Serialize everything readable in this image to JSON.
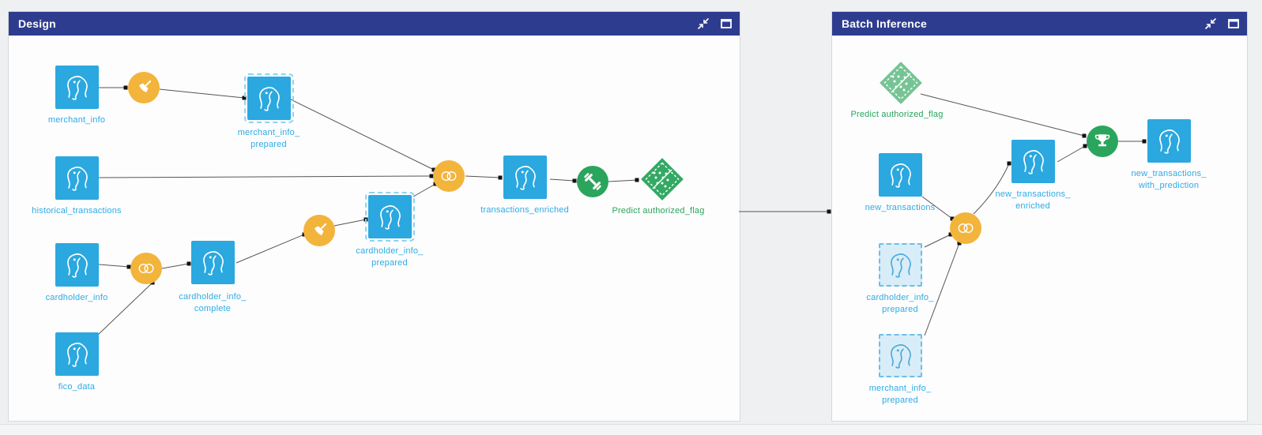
{
  "panels": [
    {
      "title": "Design",
      "header_icons": [
        "collapse-icon",
        "maximize-icon"
      ]
    },
    {
      "title": "Batch Inference",
      "header_icons": [
        "collapse-icon",
        "maximize-icon"
      ]
    }
  ],
  "colors": {
    "header_bg": "#2e3c90",
    "dataset_blue": "#2aa8df",
    "dataset_light_fill": "#d8edf8",
    "dataset_dashed_border": "#6cbee8",
    "recipe_yellow": "#f3b43c",
    "recipe_green": "#2ba55d",
    "model_green": "#33a963",
    "model_green_light": "#76c495",
    "label_blue": "#2fabe3",
    "label_green": "#2ba55d"
  },
  "design": {
    "nodes": [
      {
        "id": "merchant_info",
        "kind": "postgres-dataset",
        "label": "merchant_info"
      },
      {
        "id": "merchant_info_prepared",
        "kind": "postgres-dataset-prepared",
        "label": "merchant_info_\nprepared"
      },
      {
        "id": "historical_transactions",
        "kind": "postgres-dataset",
        "label": "historical_transactions"
      },
      {
        "id": "cardholder_info",
        "kind": "postgres-dataset",
        "label": "cardholder_info"
      },
      {
        "id": "cardholder_info_complete",
        "kind": "postgres-dataset",
        "label": "cardholder_info_\ncomplete"
      },
      {
        "id": "fico_data",
        "kind": "postgres-dataset",
        "label": "fico_data"
      },
      {
        "id": "cardholder_info_prepared",
        "kind": "postgres-dataset-prepared",
        "label": "cardholder_info_\nprepared"
      },
      {
        "id": "transactions_enriched",
        "kind": "postgres-dataset",
        "label": "transactions_enriched"
      },
      {
        "id": "predict_authorized_flag_model",
        "kind": "prediction-model",
        "label": "Predict authorized_flag"
      }
    ],
    "recipes": [
      {
        "id": "prepare_merchant_info",
        "kind": "prepare-recipe",
        "icon": "broom-icon"
      },
      {
        "id": "join_cardholder",
        "kind": "join-recipe",
        "icon": "join-circles-icon"
      },
      {
        "id": "prepare_cardholder_info",
        "kind": "prepare-recipe",
        "icon": "broom-icon"
      },
      {
        "id": "join_transactions",
        "kind": "join-recipe",
        "icon": "join-circles-icon"
      },
      {
        "id": "train_model",
        "kind": "train-recipe",
        "icon": "dumbbell-icon"
      }
    ]
  },
  "batch": {
    "nodes": [
      {
        "id": "predict_authorized_flag_model",
        "kind": "prediction-model-light",
        "label": "Predict authorized_flag"
      },
      {
        "id": "new_transactions",
        "kind": "postgres-dataset",
        "label": "new_transactions"
      },
      {
        "id": "cardholder_info_prepared",
        "kind": "postgres-dataset-light",
        "label": "cardholder_info_\nprepared"
      },
      {
        "id": "merchant_info_prepared",
        "kind": "postgres-dataset-light",
        "label": "merchant_info_\nprepared"
      },
      {
        "id": "new_transactions_enriched",
        "kind": "postgres-dataset",
        "label": "new_transactions_\nenriched"
      },
      {
        "id": "new_transactions_with_prediction",
        "kind": "postgres-dataset",
        "label": "new_transactions_\nwith_prediction"
      }
    ],
    "recipes": [
      {
        "id": "join_new_transactions",
        "kind": "join-recipe",
        "icon": "join-circles-icon"
      },
      {
        "id": "score_model",
        "kind": "score-recipe",
        "icon": "trophy-icon"
      }
    ]
  }
}
